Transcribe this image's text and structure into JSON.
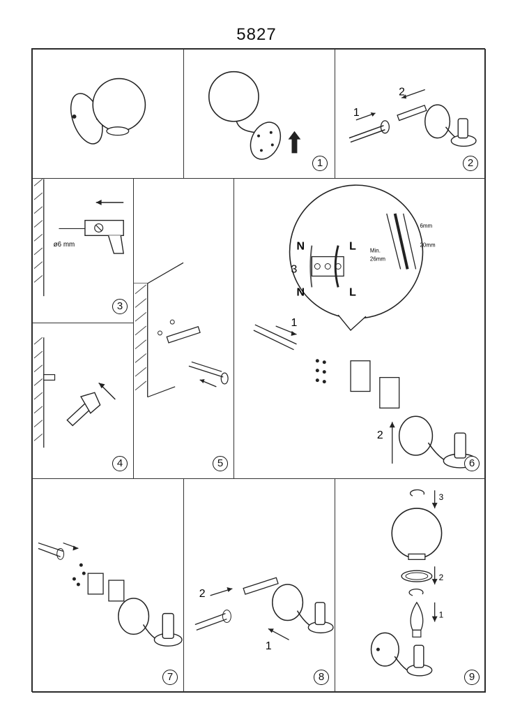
{
  "title": "5827",
  "steps": [
    {
      "id": "1",
      "label": "1"
    },
    {
      "id": "2",
      "label": "2"
    },
    {
      "id": "3",
      "label": "3"
    },
    {
      "id": "4",
      "label": "4"
    },
    {
      "id": "5",
      "label": "5"
    },
    {
      "id": "6",
      "label": "6"
    },
    {
      "id": "7",
      "label": "7"
    },
    {
      "id": "8",
      "label": "8"
    },
    {
      "id": "9",
      "label": "9"
    }
  ],
  "annotations": {
    "drill_size": "ø6 mm",
    "arrow_1": "1",
    "arrow_2": "2",
    "arrow_3": "3",
    "neutral": "N",
    "live": "L",
    "wiring_step": "3",
    "strip_min": "Min.",
    "strip_26mm": "26mm",
    "strip_6mm": "6mm",
    "strip_20mm": "20mm"
  }
}
